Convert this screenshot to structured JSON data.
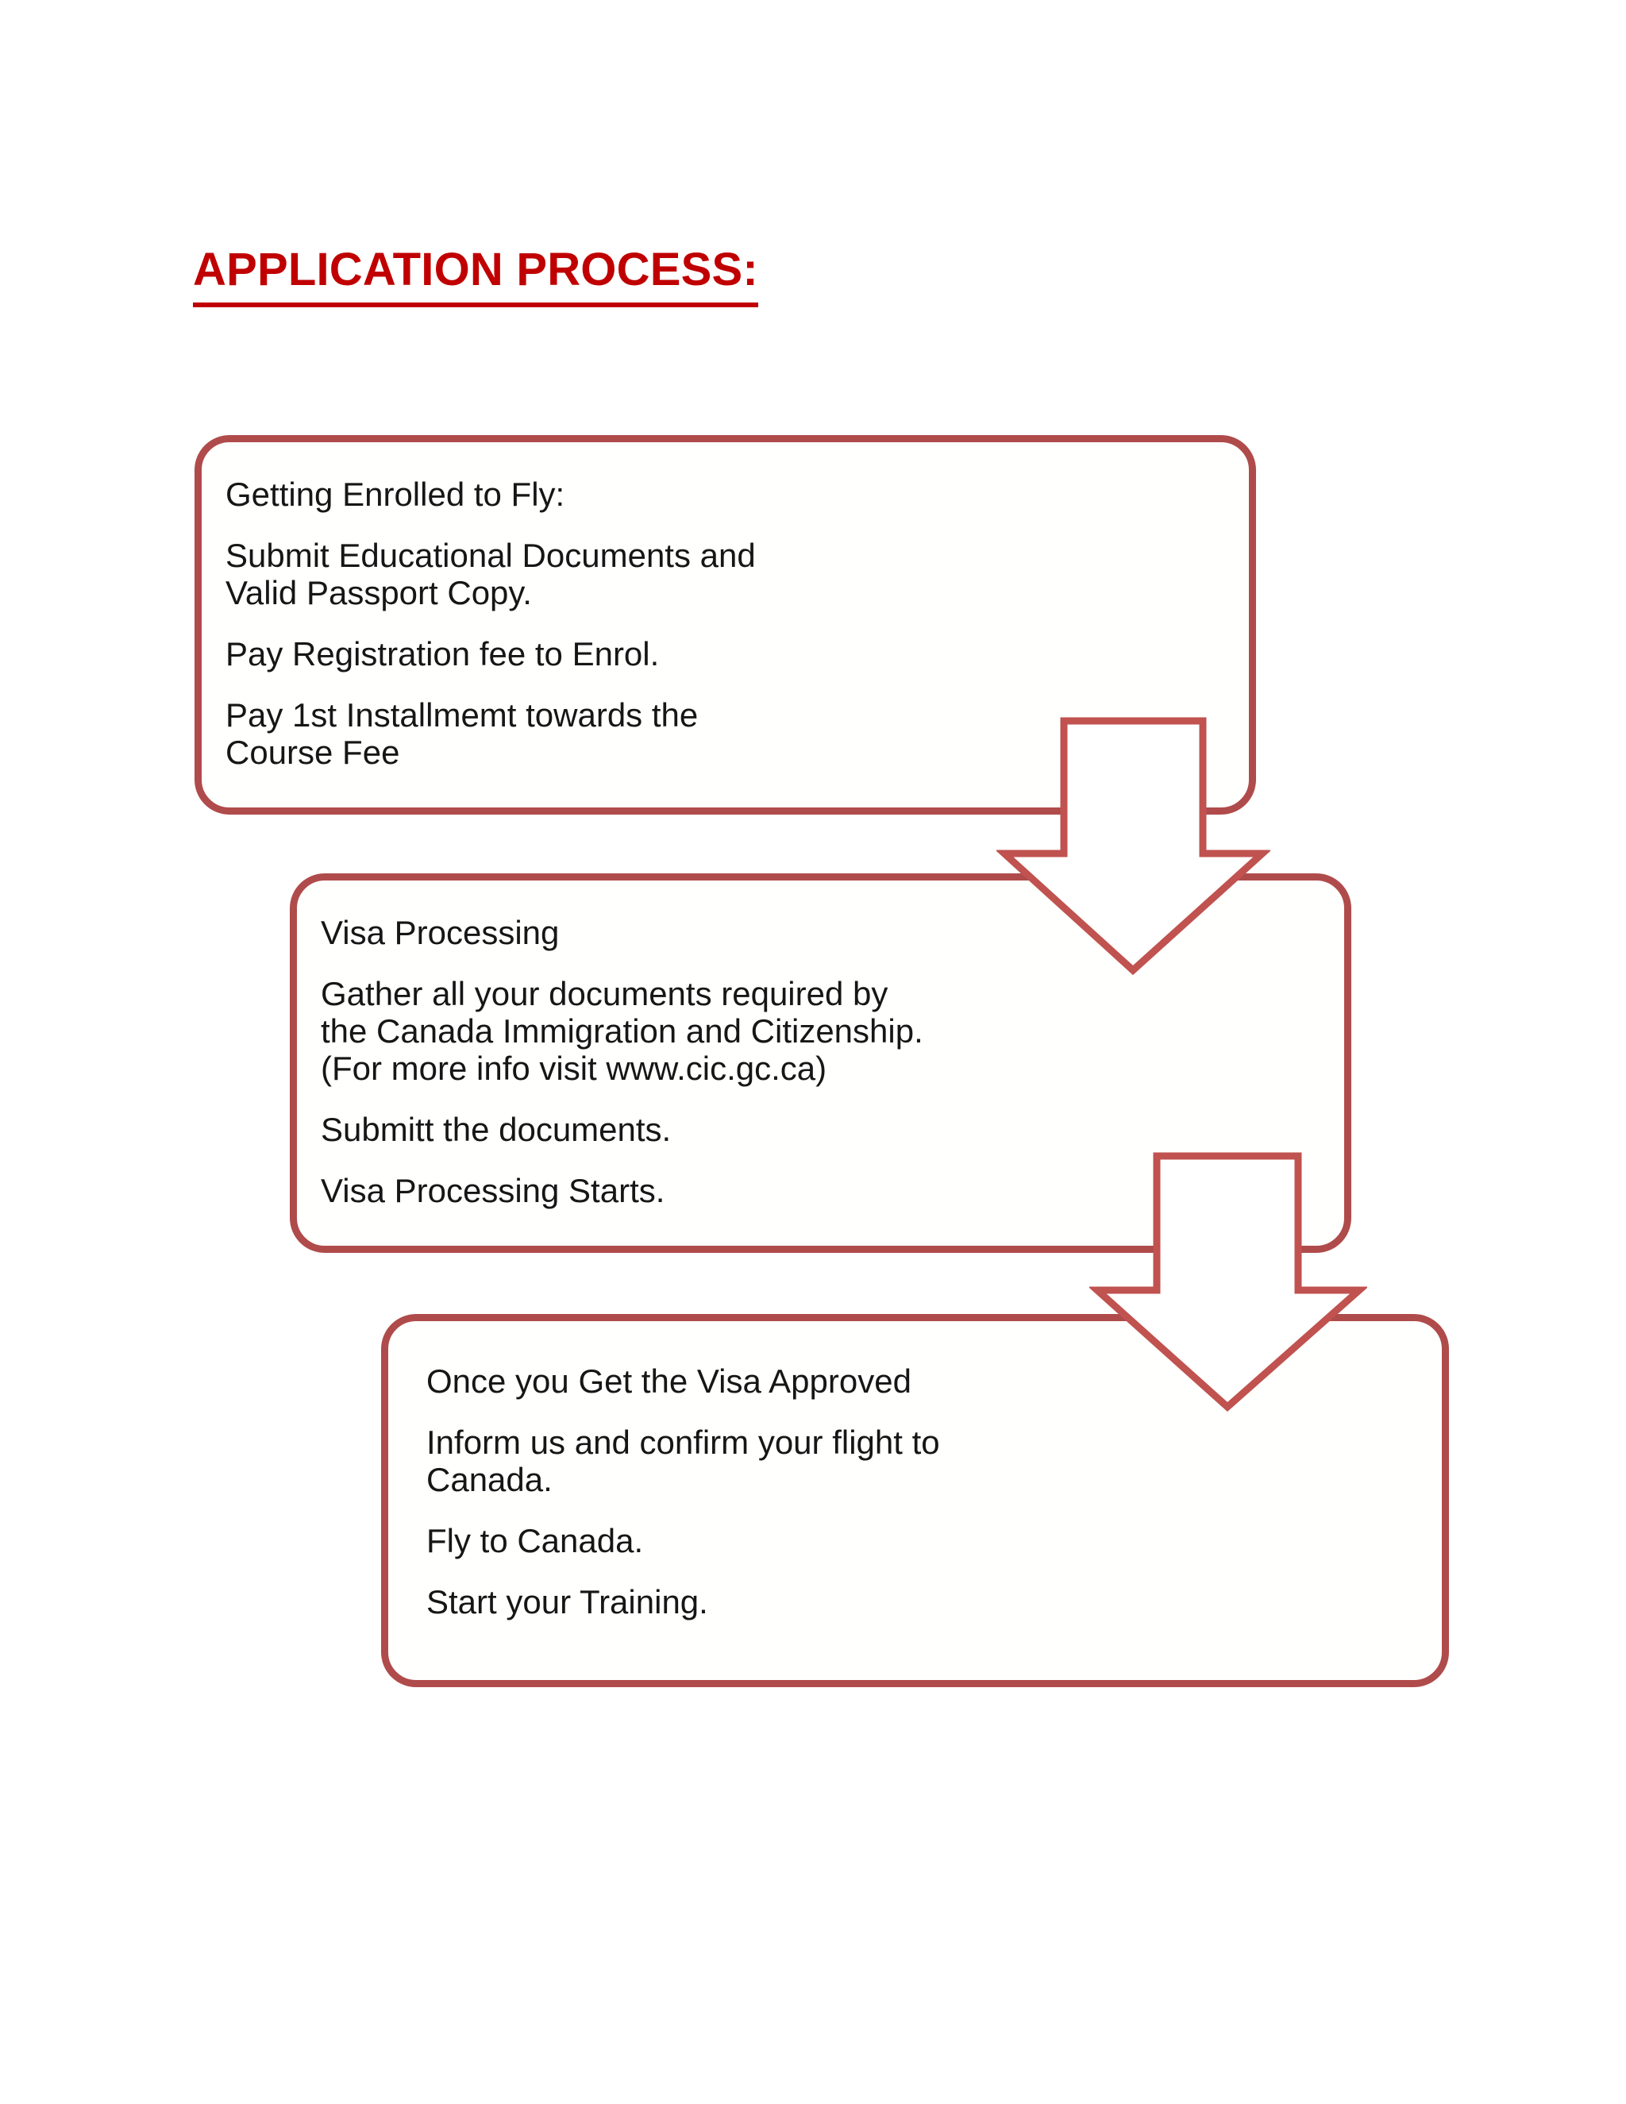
{
  "document": {
    "title": "APPLICATION PROCESS:"
  },
  "theme": {
    "title_color": "#C00000",
    "box_border_color": "#B04B4B",
    "arrow_color": "#C0524F",
    "text_color": "#161616",
    "background": "#FFFFFF"
  },
  "flow": {
    "type": "vertical-flowchart",
    "steps": [
      {
        "id": "step-1",
        "name": "getting-enrolled-to-fly",
        "lines": [
          "Getting Enrolled to Fly:",
          "Submit Educational Documents and\nValid Passport Copy.",
          "Pay Registration fee to Enrol.",
          "Pay 1st Installmemt towards the\nCourse Fee"
        ]
      },
      {
        "id": "step-2",
        "name": "visa-processing",
        "lines": [
          "Visa Processing",
          "Gather all your documents required by\nthe Canada Immigration and Citizenship.\n(For more info visit www.cic.gc.ca)",
          "Submitt the documents.",
          "Visa Processing Starts."
        ]
      },
      {
        "id": "step-3",
        "name": "visa-approved-fly-to-canada",
        "lines": [
          "Once you Get the Visa Approved",
          "Inform us and confirm your flight to\nCanada.",
          "Fly to Canada.",
          "Start your Training."
        ]
      }
    ],
    "connectors": [
      {
        "id": "arrow-1",
        "from": "step-1",
        "to": "step-2",
        "direction": "down"
      },
      {
        "id": "arrow-2",
        "from": "step-2",
        "to": "step-3",
        "direction": "down"
      }
    ]
  }
}
